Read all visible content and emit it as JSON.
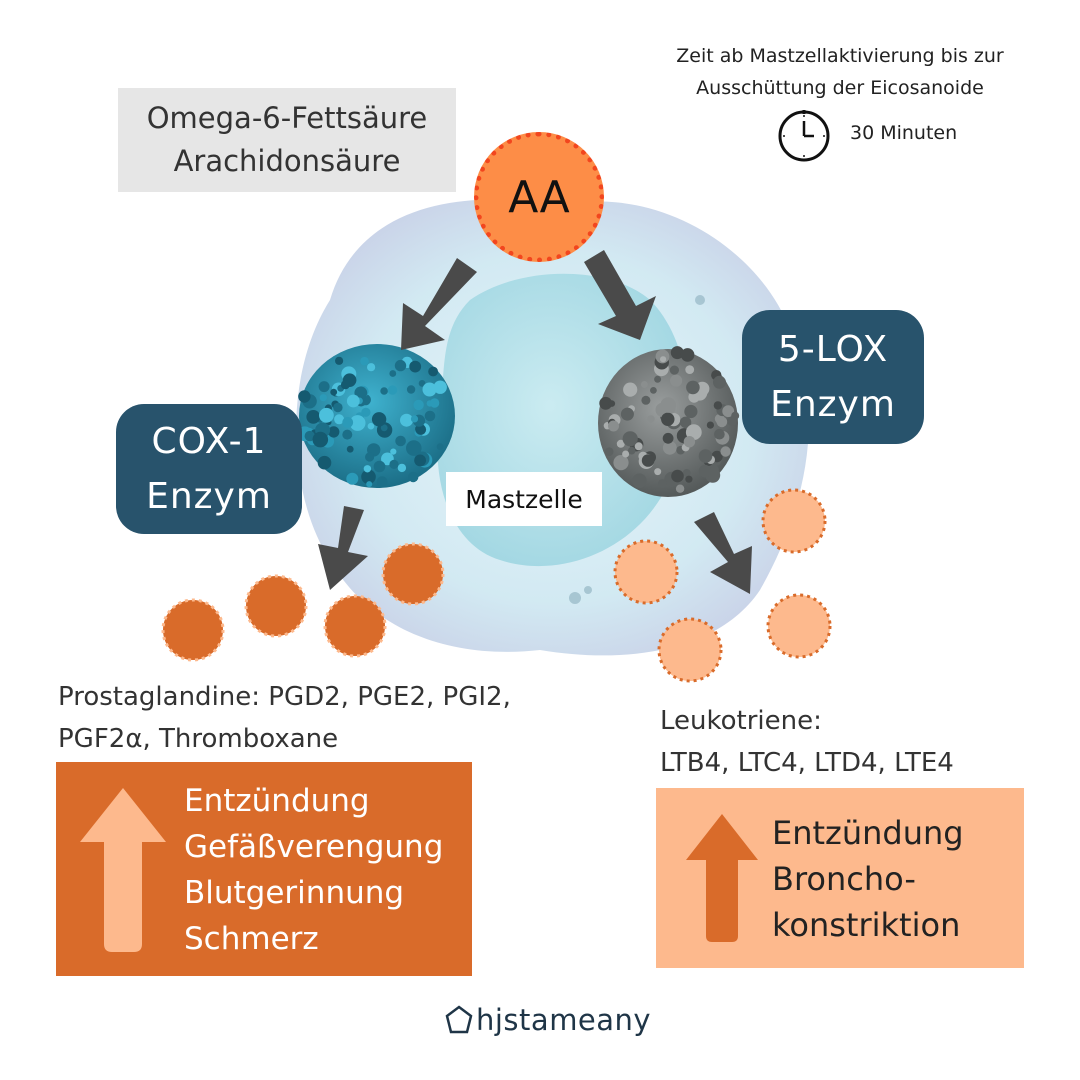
{
  "colors": {
    "cox_orange": "#d96b2a",
    "lox_peach": "#fdb98d",
    "aa_fill": "#fd8d47",
    "aa_border": "#f2461e",
    "enzyme_navy": "#28536c",
    "arrow_gray": "#4a4a4a",
    "cell_fill": "#cde7f1",
    "nucleus_fill": "#a8dbe5",
    "source_box_bg": "#e6e6e6",
    "cox_arrow_fill": "#fdb98d",
    "lox_arrow_fill": "#d96b2a",
    "logo_color": "#1f3547"
  },
  "source": {
    "line1": "Omega-6-Fettsäure",
    "line2": "Arachidonsäure"
  },
  "aa_label": "AA",
  "timer": {
    "line1": "Zeit ab Mastzellaktivierung bis zur",
    "line2": "Ausschüttung der Eicosanoide",
    "value": "30 Minuten",
    "icon": "clock-icon"
  },
  "cell_label": "Mastzelle",
  "cox": {
    "enzyme_line1": "COX-1",
    "enzyme_line2": "Enzym",
    "products_line1": "Prostaglandine: PGD2, PGE2, PGI2,",
    "products_line2": "PGF2α, Thromboxane",
    "effects": [
      "Entzündung",
      "Gefäßverengung",
      "Blutgerinnung",
      "Schmerz"
    ]
  },
  "lox": {
    "enzyme_line1": "5-LOX",
    "enzyme_line2": "Enzym",
    "products_line1": "Leukotriene:",
    "products_line2": "LTB4, LTC4, LTD4, LTE4",
    "effects": [
      "Entzündung",
      "Broncho-",
      "konstriktion"
    ]
  },
  "logo": {
    "text": "hjstameany",
    "icon": "pentagon-logo-icon"
  }
}
